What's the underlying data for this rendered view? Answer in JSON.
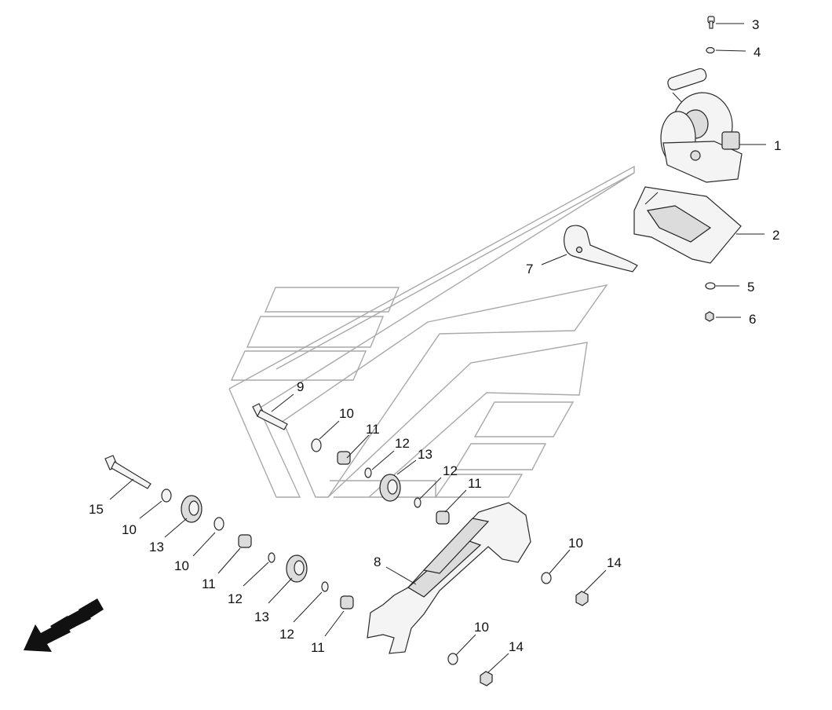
{
  "callouts": {
    "c1": "1",
    "c2": "2",
    "c3": "3",
    "c4": "4",
    "c5": "5",
    "c6": "6",
    "c7": "7",
    "c8": "8",
    "c9": "9",
    "c10a": "10",
    "c10b": "10",
    "c10c": "10",
    "c10d": "10",
    "c10e": "10",
    "c11a": "11",
    "c11b": "11",
    "c11c": "11",
    "c11d": "11",
    "c12a": "12",
    "c12b": "12",
    "c12c": "12",
    "c12d": "12",
    "c13a": "13",
    "c13b": "13",
    "c13c": "13",
    "c14a": "14",
    "c14b": "14",
    "c15": "15"
  },
  "colors": {
    "background": "#ffffff",
    "outline": "#a9a9a9",
    "line": "#222222",
    "arrow": "#111111"
  },
  "icons": {
    "direction_arrow": "direction-arrow-icon"
  }
}
